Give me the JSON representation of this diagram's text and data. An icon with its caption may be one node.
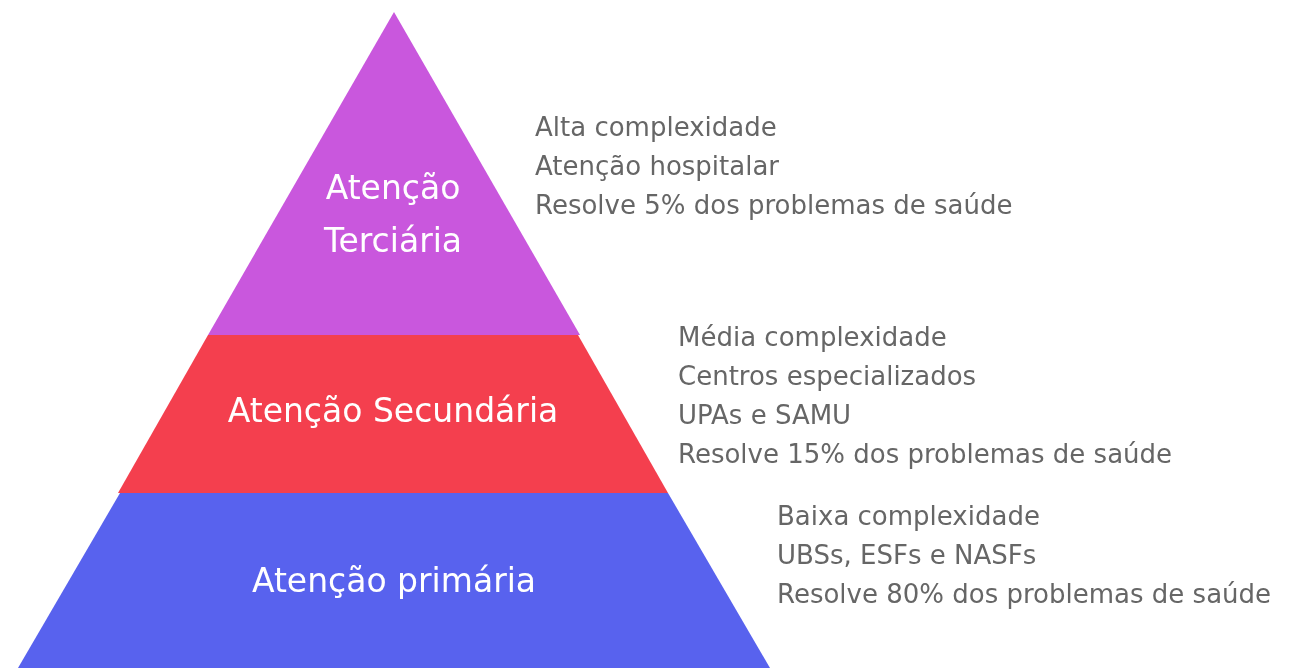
{
  "diagram": {
    "nodes": [
      {
        "text": [
          "Atenção Terciária"
        ],
        "beside": [
          "Alta complexidade",
          "Atenção hospitalar",
          "Resolve 5% dos problemas de saúde"
        ]
      },
      {
        "text": [
          "Atenção Secundária"
        ],
        "beside": [
          "Média complexidade",
          "Centros especializados",
          "UPAs e SAMU",
          "Resolve 15% dos problemas de saúde"
        ]
      },
      {
        "text": [
          "Atenção primária"
        ],
        "beside": [
          "Baixa complexidade",
          "UBSs, ESFs e NASFs",
          "Resolve 80% dos problemas de saúde"
        ]
      }
    ]
  }
}
